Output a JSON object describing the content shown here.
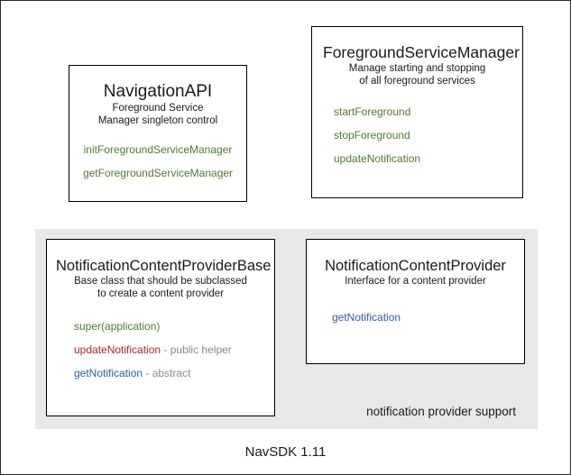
{
  "diagram": {
    "footer_caption": "NavSDK 1.11",
    "group_panel": {
      "label": "notification provider support"
    },
    "boxes": [
      {
        "id": "navigation-api",
        "title": "NavigationAPI",
        "description": "Foreground Service\nManager singleton control",
        "members": [
          {
            "name": "initForegroundServiceManager",
            "suffix": "",
            "color": "green"
          },
          {
            "name": "getForegroundServiceManager",
            "suffix": "",
            "color": "green"
          }
        ]
      },
      {
        "id": "foreground-service-manager",
        "title": "ForegroundServiceManager",
        "description": "Manage starting and stopping\nof all foreground services",
        "members": [
          {
            "name": "startForeground",
            "suffix": "",
            "color": "green"
          },
          {
            "name": "stopForeground",
            "suffix": "",
            "color": "green"
          },
          {
            "name": "updateNotification",
            "suffix": "",
            "color": "green"
          }
        ]
      },
      {
        "id": "notification-content-provider-base",
        "title": "NotificationContentProviderBase",
        "description": "Base class that should be subclassed\nto create a content provider",
        "members": [
          {
            "name": "super(application)",
            "suffix": "",
            "color": "green"
          },
          {
            "name": "updateNotification",
            "suffix": " - public helper",
            "color": "red"
          },
          {
            "name": "getNotification",
            "suffix": " - abstract",
            "color": "blue"
          }
        ]
      },
      {
        "id": "notification-content-provider",
        "title": "NotificationContentProvider",
        "description": "Interface for a content provider",
        "members": [
          {
            "name": "getNotification",
            "suffix": "",
            "color": "blue"
          }
        ]
      }
    ],
    "colors": {
      "green": "#4f7a2e",
      "red": "#b22222",
      "blue": "#2a5db0",
      "suffix_gray": "#8a8a8a",
      "panel_background": "#e8e8e8",
      "box_border": "#000000",
      "page_background": "#ffffff"
    }
  }
}
